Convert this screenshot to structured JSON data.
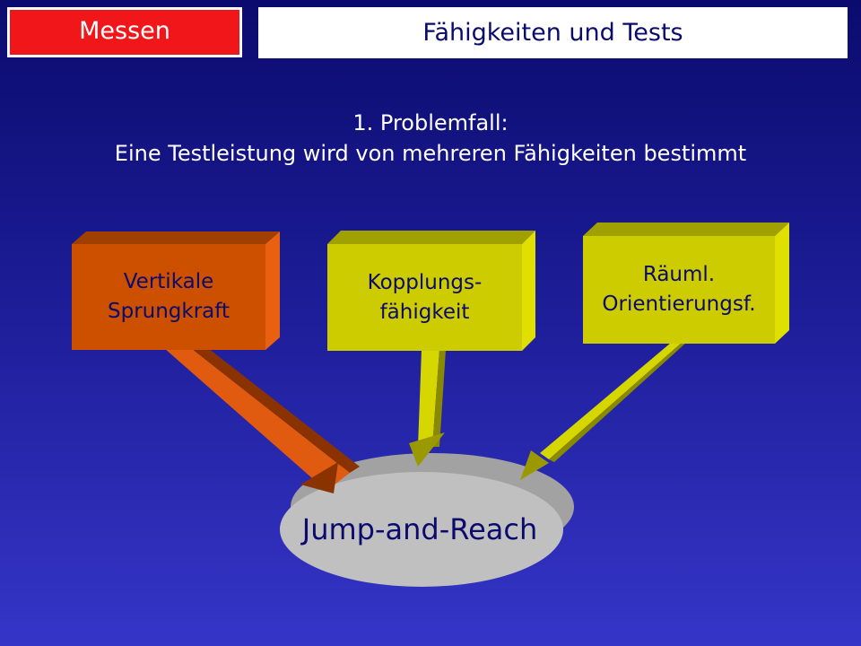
{
  "header": {
    "tag_label": "Messen",
    "title": "Fähigkeiten und Tests"
  },
  "heading": {
    "line1": "1. Problemfall:",
    "line2": "Eine Testleistung wird von mehreren Fähigkeiten bestimmt"
  },
  "abilities": [
    {
      "line1": "Vertikale",
      "line2": "Sprungkraft",
      "color": "#cc5000"
    },
    {
      "line1": "Kopplungs-",
      "line2": "fähigkeit",
      "color": "#cccc00"
    },
    {
      "line1": "Räuml.",
      "line2": "Orientierungsf.",
      "color": "#cccc00"
    }
  ],
  "test": {
    "label": "Jump-and-Reach",
    "color": "#c0c0c0"
  }
}
